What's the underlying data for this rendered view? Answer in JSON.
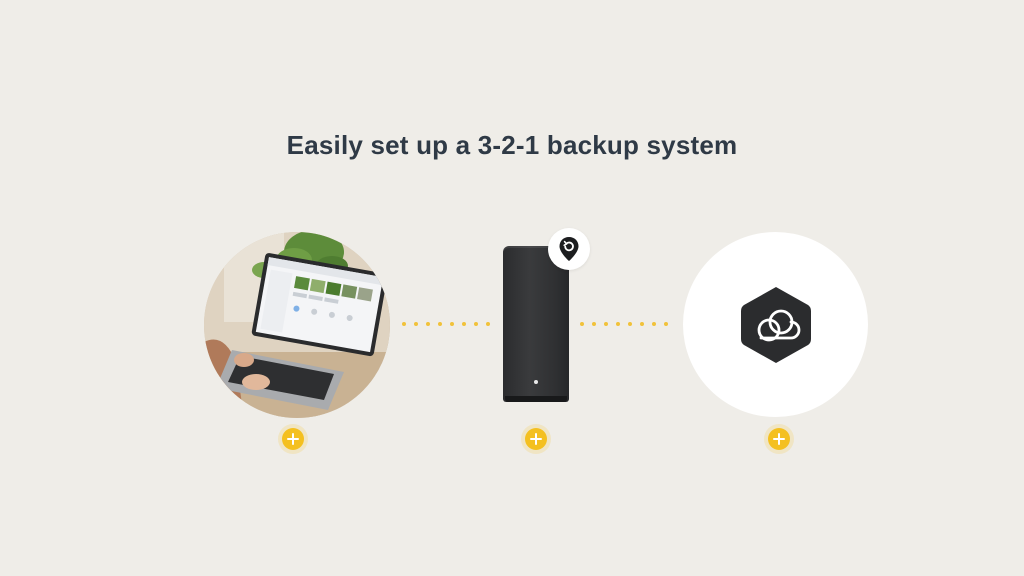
{
  "title": "Easily set up a 3-2-1 backup system",
  "colors": {
    "background": "#efede8",
    "accent": "#f4c020",
    "dots": "#f1c23a",
    "nas": "#2f3032",
    "title": "#2f3a46"
  },
  "items": [
    {
      "name": "laptop-photo",
      "icon": "laptop-image"
    },
    {
      "name": "nas-device",
      "icon": "restore-location-icon"
    },
    {
      "name": "cloud-service",
      "icon": "cloud-hexagon-icon"
    }
  ],
  "expand_buttons": [
    {
      "icon": "plus-icon"
    },
    {
      "icon": "plus-icon"
    },
    {
      "icon": "plus-icon"
    }
  ]
}
